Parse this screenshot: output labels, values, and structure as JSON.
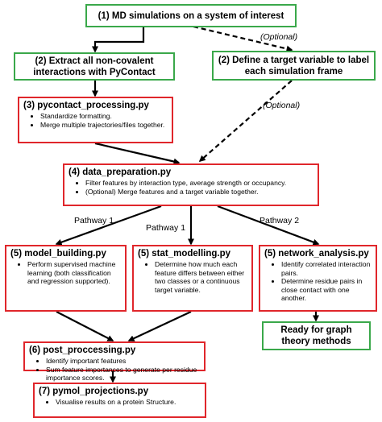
{
  "boxes": {
    "b1": {
      "title": "(1) MD simulations on a system of interest"
    },
    "b2a": {
      "title": "(2) Extract all non-covalent interactions with PyContact"
    },
    "b2b": {
      "title": "(2) Define a target variable to label each simulation frame"
    },
    "b3": {
      "title": "(3) pycontact_processing.py",
      "bullets": [
        "Standardize formatting.",
        "Merge multiple trajectories/files together."
      ]
    },
    "b4": {
      "title": "(4) data_preparation.py",
      "bullets": [
        "Filter features by interaction type, average strength or occupancy.",
        "(Optional) Merge features and a target variable together."
      ]
    },
    "b5a": {
      "title": "(5) model_building.py",
      "bullets": [
        "Perform supervised machine learning (both classification and regression supported)."
      ]
    },
    "b5b": {
      "title": "(5) stat_modelling.py",
      "bullets": [
        "Determine how much each feature differs between either two classes or a continuous target variable."
      ]
    },
    "b5c": {
      "title": "(5) network_analysis.py",
      "bullets": [
        "Identify correlated interaction pairs.",
        "Determine residue pairs in close contact with one another."
      ]
    },
    "b6": {
      "title": "(6) post_proccessing.py",
      "bullets": [
        "Identify important features",
        "Sum feature importances to generate per residue importance scores."
      ]
    },
    "b7": {
      "title": "(7) pymol_projections.py",
      "bullets": [
        "Visualise results on a protein Structure."
      ]
    },
    "b8": {
      "title": "Ready for graph theory methods"
    }
  },
  "labels": {
    "optional_top": "(Optional)",
    "optional_mid": "(Optional)",
    "pathway1_left": "Pathway 1",
    "pathway1_mid": "Pathway 1",
    "pathway2": "Pathway 2"
  },
  "colors": {
    "green": "#3aa84a",
    "red": "#e0262b"
  }
}
